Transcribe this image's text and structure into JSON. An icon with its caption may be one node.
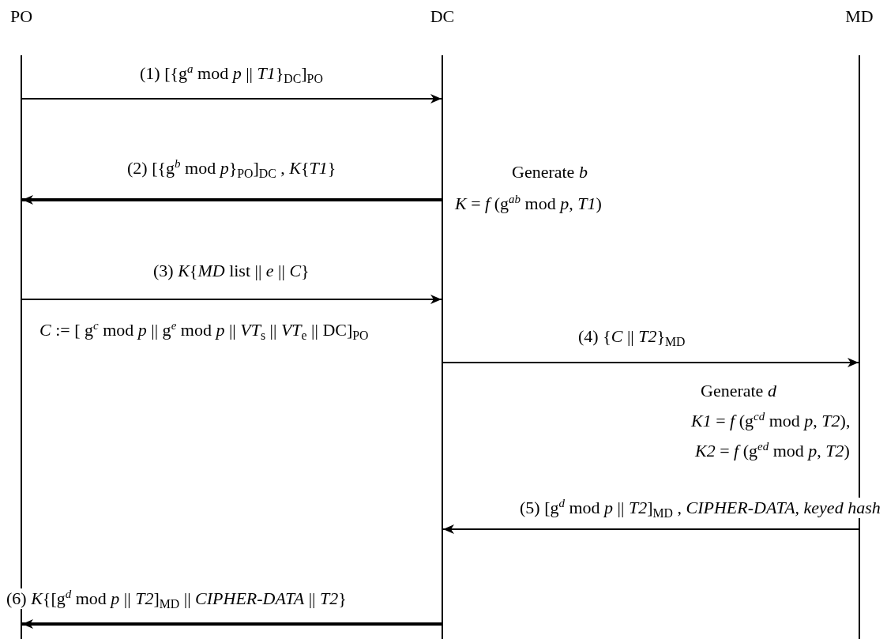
{
  "diagram": {
    "nodes": [
      {
        "text": [
          "PO"
        ]
      },
      {
        "text": [
          "DC"
        ]
      },
      {
        "text": [
          "MD"
        ]
      }
    ],
    "edges": [
      {
        "from": 0,
        "to": 1,
        "arrow": "to",
        "label": "(1) [{g$^{a}$ mod *p* || *T1*}$_{DC}$]$_{PO}$"
      },
      {
        "from": 1,
        "to": 0,
        "arrow": "to",
        "style": "thick",
        "label": "(2) [{g$^{b}$ mod *p*}$_{PO}$]$_{DC}$ , *K*{*T1*}"
      },
      {
        "from": 0,
        "to": 1,
        "arrow": "to",
        "label": "(3) *K*{*MD* list || *e* || *C*}"
      },
      {
        "from": 1,
        "to": 2,
        "arrow": "to",
        "label": "(4) {*C* || *T2*}$_{MD}$"
      },
      {
        "from": 2,
        "to": 1,
        "arrow": "to",
        "label": "(5) [g$^{d}$ mod *p* || *T2*]$_{MD}$ , *CIPHER-DATA, keyed hash*"
      },
      {
        "from": 1,
        "to": 0,
        "arrow": "to",
        "style": "thick",
        "label": "(6) *K*{[g$^{d}$ mod *p* || *T2*]$_{MD}$ || *CIPHER-DATA* || *T2*}"
      }
    ],
    "labels": [
      "Generate *b*",
      "*K* = *f* (g$^{ab}$ mod *p*, *T1*)",
      "*C* := [ g$^{c}$ mod *p* || g$^{e}$ mod *p* || *VT*$_{s}$ || *VT*$_{e}$ || DC]$_{PO}$",
      "Generate *d*",
      "*K1* = *f* (g$^{cd}$ mod *p*, *T2*),",
      "*K2* = *f* (g$^{ed}$ mod *p*, *T2*)"
    ]
  }
}
